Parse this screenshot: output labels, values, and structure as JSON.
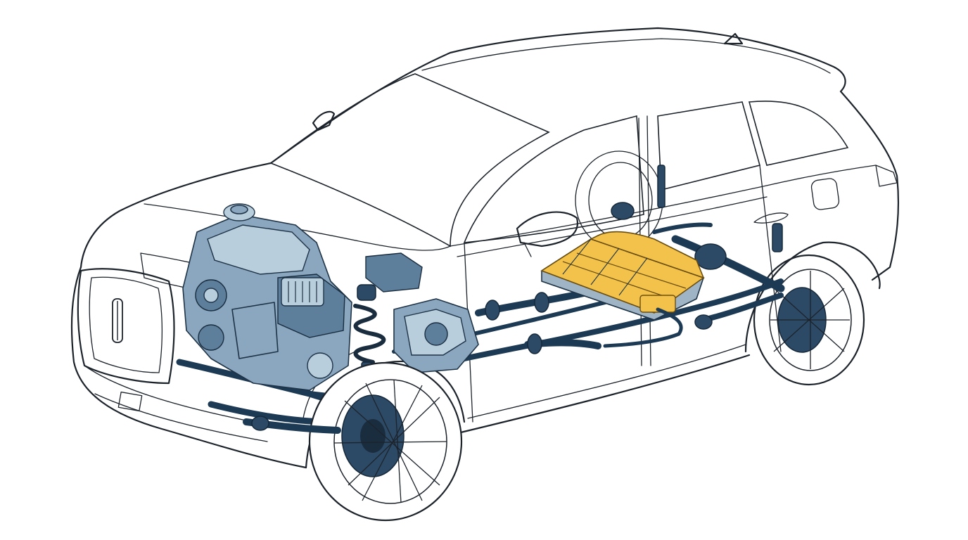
{
  "diagram": {
    "subject": "cutaway-suv-drivetrain",
    "components": [
      {
        "name": "car-body",
        "icon": "suv-outline-icon"
      },
      {
        "name": "engine",
        "icon": "engine-block-icon"
      },
      {
        "name": "front-suspension",
        "icon": "coil-spring-icon"
      },
      {
        "name": "transmission",
        "icon": "gearbox-icon"
      },
      {
        "name": "drive-shaft",
        "icon": "shaft-icon"
      },
      {
        "name": "battery-pack",
        "icon": "battery-icon"
      },
      {
        "name": "rear-axle",
        "icon": "axle-icon"
      },
      {
        "name": "wheels",
        "icon": "wheel-icon"
      }
    ],
    "colors": {
      "outline": "#1c232b",
      "drivetrain": "#2c4a66",
      "engine": "#8aa7bf",
      "battery": "#f2c24a",
      "background": "#ffffff"
    }
  }
}
